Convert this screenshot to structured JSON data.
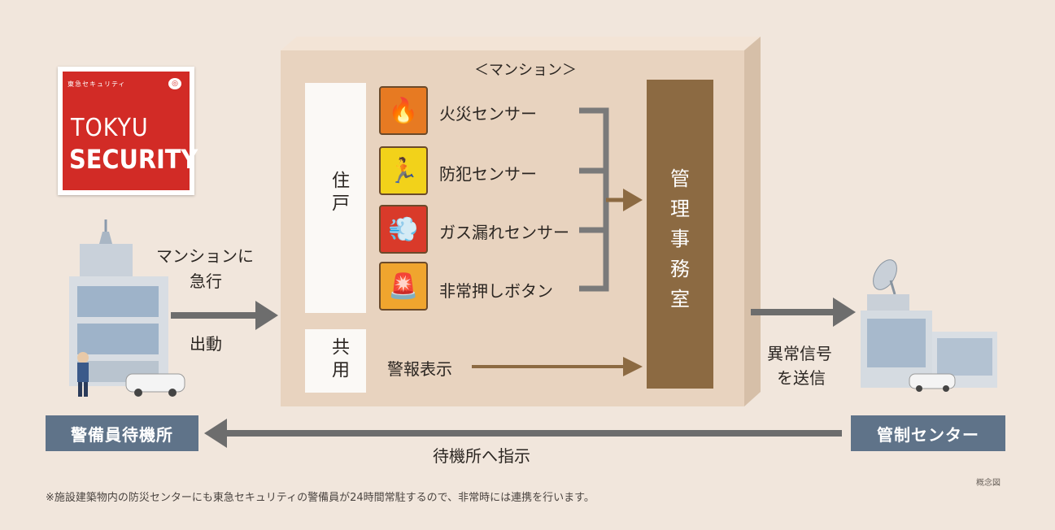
{
  "logo": {
    "top_text": "東急セキュリティ",
    "line1": "TOKYU",
    "line2": "SECURITY"
  },
  "mansion_title": "＜マンション＞",
  "dwelling_label": "住戸",
  "common_label": "共用",
  "sensors": [
    {
      "label": "火災センサー",
      "icon": "fire-sensor-icon",
      "color": "#e77a22"
    },
    {
      "label": "防犯センサー",
      "icon": "intruder-sensor-icon",
      "color": "#f2d21a"
    },
    {
      "label": "ガス漏れセンサー",
      "icon": "gas-leak-sensor-icon",
      "color": "#d93a2a"
    },
    {
      "label": "非常押しボタン",
      "icon": "emergency-button-icon",
      "color": "#f0a52e"
    }
  ],
  "alarm_display": "警報表示",
  "management_office": "管理事務室",
  "left_labels": {
    "rush_line1": "マンションに",
    "rush_line2": "急行",
    "dispatch": "出動"
  },
  "right_labels": {
    "signal_line1": "異常信号",
    "signal_line2": "を送信"
  },
  "guard_station": "警備員待機所",
  "control_center": "管制センター",
  "instruct": "待機所へ指示",
  "caption": "概念図",
  "footnote": "※施設建築物内の防災センターにも東急セキュリティの警備員が24時間常駐するので、非常時には連携を行います。",
  "colors": {
    "background": "#f1e6dc",
    "office": "#8c6a42",
    "pill": "#5f7389",
    "arrow_gray": "#6d6d6d",
    "logo_red": "#d22b26"
  }
}
